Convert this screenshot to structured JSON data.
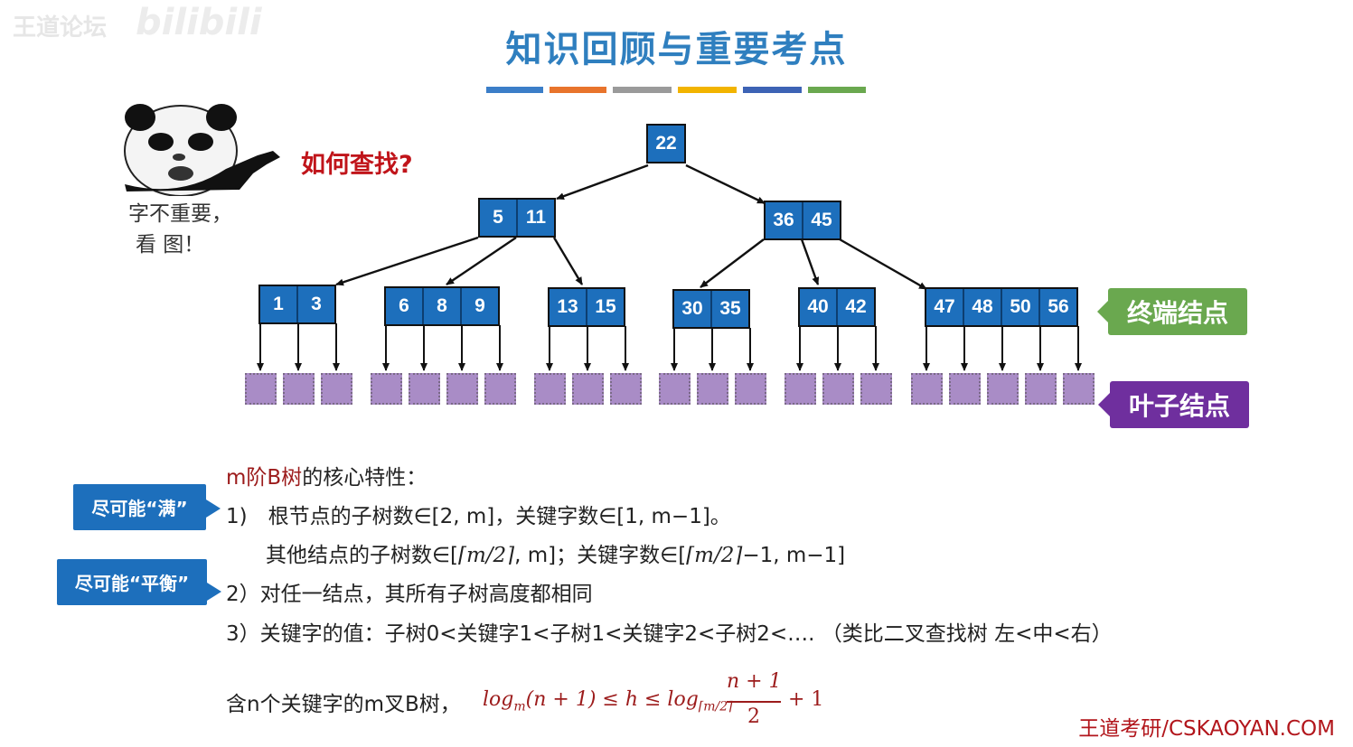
{
  "watermark": {
    "text": "王道论坛",
    "logo": "bilibili"
  },
  "title": "知识回顾与重要考点",
  "title_bar_colors": [
    "#3b7ec8",
    "#e8742c",
    "#9a9a9a",
    "#f2b400",
    "#3d63b5",
    "#6aa84f"
  ],
  "panda": {
    "question": "如何查找?",
    "caption_line1": "字不重要，",
    "caption_line2": "看 图！"
  },
  "tree": {
    "root": [
      "22"
    ],
    "level2": [
      [
        "5",
        "11"
      ],
      [
        "36",
        "45"
      ]
    ],
    "terminals": [
      [
        "1",
        "3"
      ],
      [
        "6",
        "8",
        "9"
      ],
      [
        "13",
        "15"
      ],
      [
        "30",
        "35"
      ],
      [
        "40",
        "42"
      ],
      [
        "47",
        "48",
        "50",
        "56"
      ]
    ]
  },
  "labels": {
    "terminal": "终端结点",
    "leaf": "叶子结点"
  },
  "badges": {
    "full": "尽可能“满”",
    "balanced": "尽可能“平衡”"
  },
  "properties": {
    "heading_red": "m阶B树",
    "heading_rest": "的核心特性：",
    "p1": "1)　根节点的子树数∈[2, m]，关键字数∈[1, m−1]。",
    "p1b_prefix": "其他结点的子树数∈[",
    "p1b_ceil": "⌈m/2⌉",
    "p1b_mid": ", m]；关键字数∈[",
    "p1b_ceil2": "⌈m/2⌉",
    "p1b_suffix": "−1, m−1]",
    "p2": "2）对任一结点，其所有子树高度都相同",
    "p3": "3）关键字的值：子树0<关键字1<子树1<关键字2<子树2<…. （类比二叉查找树 左<中<右）"
  },
  "height_formula": {
    "prefix": "含n个关键字的m叉B树，",
    "left": "log",
    "left_sub": "m",
    "left_arg": "(n + 1) ≤ h ≤ log",
    "right_sub": "⌈m/2⌉",
    "numerator": "n + 1",
    "denominator": "2",
    "tail": "+ 1"
  },
  "footer": "王道考研/CSKAOYAN.COM"
}
